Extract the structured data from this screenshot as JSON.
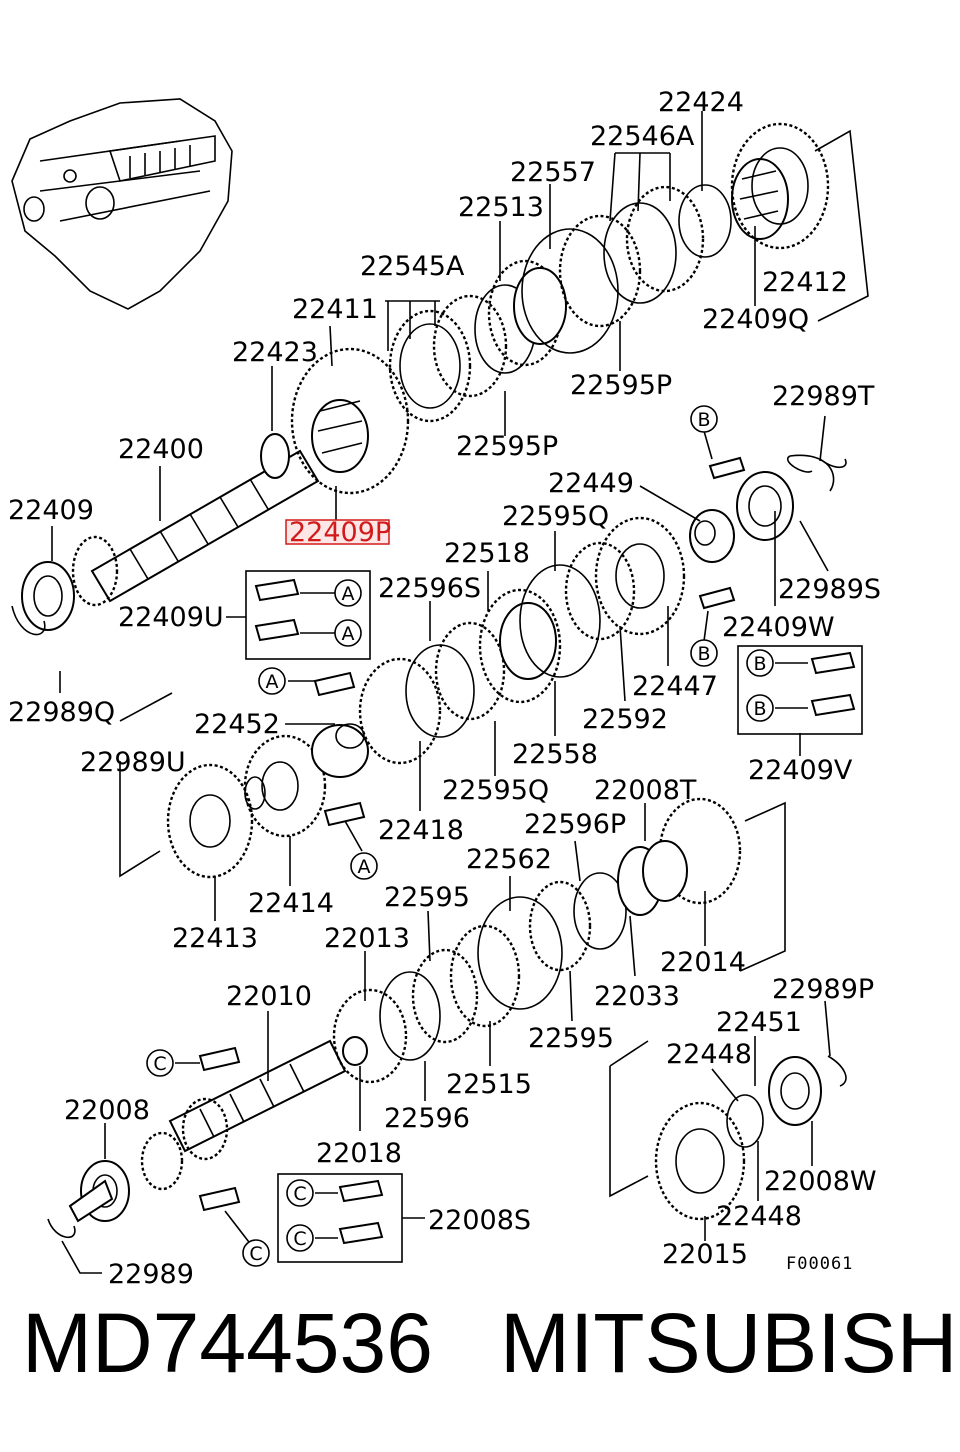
{
  "labels": {
    "l22424": "22424",
    "l22546A": "22546A",
    "l22557": "22557",
    "l22513": "22513",
    "l22412": "22412",
    "l22409Q": "22409Q",
    "l22545A": "22545A",
    "l22411": "22411",
    "l22423": "22423",
    "l22595P_a": "22595P",
    "l22595P_b": "22595P",
    "l22400": "22400",
    "l22989T": "22989T",
    "l22449": "22449",
    "l22409": "22409",
    "l22409P": "22409P",
    "l22595Q_a": "22595Q",
    "l22518": "22518",
    "l22989S": "22989S",
    "l22596S": "22596S",
    "l22409U": "22409U",
    "l22409W": "22409W",
    "l22447": "22447",
    "l22989Q": "22989Q",
    "l22592": "22592",
    "l22452": "22452",
    "l22558": "22558",
    "l22989U": "22989U",
    "l22409V": "22409V",
    "l22595Q_b": "22595Q",
    "l22008T": "22008T",
    "l22596P": "22596P",
    "l22418": "22418",
    "l22562": "22562",
    "l22414": "22414",
    "l22595_a": "22595",
    "l22413": "22413",
    "l22013": "22013",
    "l22014": "22014",
    "l22033": "22033",
    "l22010": "22010",
    "l22989P": "22989P",
    "l22595_b": "22595",
    "l22451": "22451",
    "l22515": "22515",
    "l22448_a": "22448",
    "l22008": "22008",
    "l22596": "22596",
    "l22018": "22018",
    "l22008W": "22008W",
    "l22448_b": "22448",
    "l22008S": "22008S",
    "l22015": "22015",
    "l22989": "22989"
  },
  "callouts": {
    "A": "A",
    "B": "B",
    "C": "C"
  },
  "figure_code": "F00061",
  "highlight_color": "#d21a1a",
  "footer": {
    "part_number": "MD744536",
    "brand": "MITSUBISHI"
  }
}
